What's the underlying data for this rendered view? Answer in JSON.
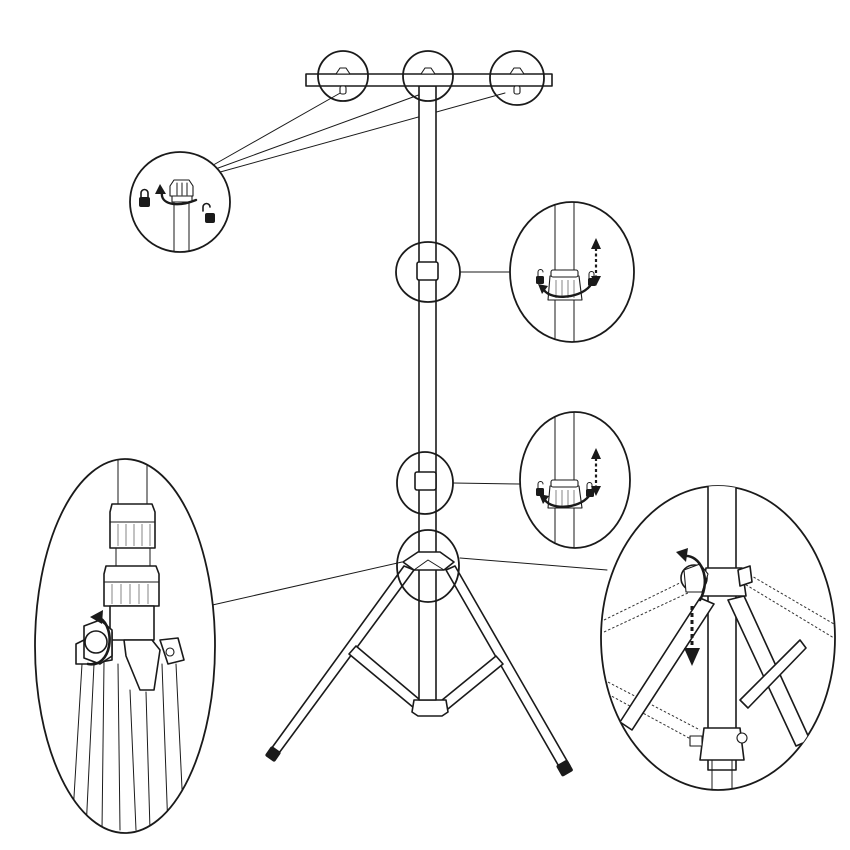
{
  "diagram": {
    "elements": [
      "top-crossbar",
      "mount-knob-left",
      "mount-knob-center",
      "mount-knob-right",
      "mast",
      "upper-height-clamp",
      "lower-height-clamp",
      "tripod-hub",
      "tripod-legs",
      "zoom-knob-lock",
      "zoom-upper-clamp",
      "zoom-lower-clamp",
      "zoom-leg-lock-knob",
      "zoom-leg-release"
    ],
    "colors": {
      "ink": "#1a1a1a",
      "paper": "#ffffff"
    },
    "icons": [
      "lock-closed-icon",
      "lock-open-icon",
      "rotate-arrow-icon",
      "vertical-adjust-arrow-icon",
      "down-arrow-icon"
    ]
  }
}
